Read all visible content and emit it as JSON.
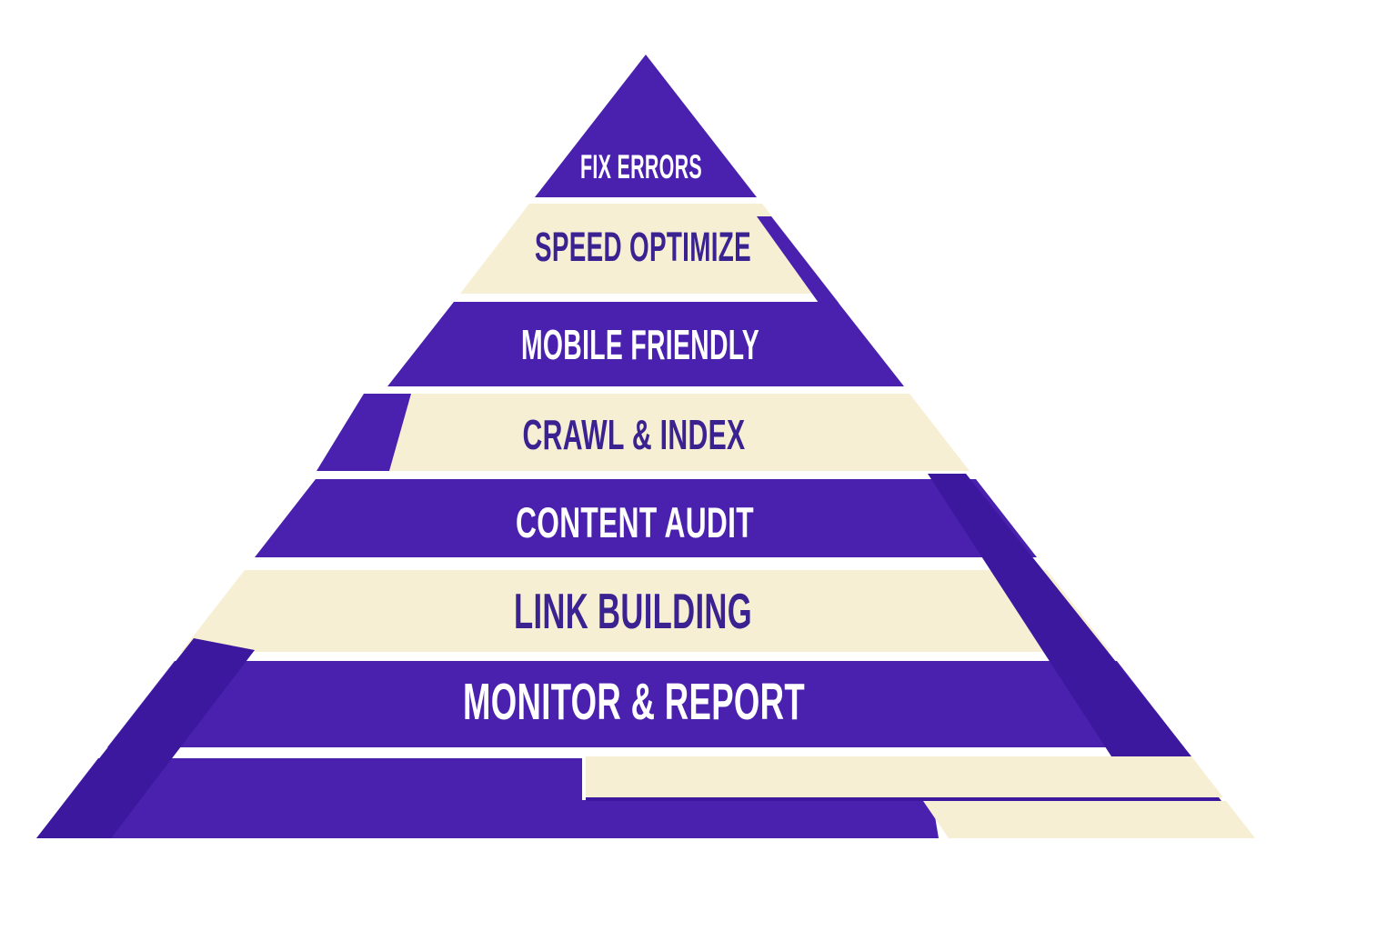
{
  "diagram": {
    "type": "pyramid",
    "subject": "SEO technical process pyramid",
    "levels": [
      {
        "label": "FIX ERRORS",
        "band_color": "purple",
        "text_color": "white"
      },
      {
        "label": "SPEED OPTIMIZE",
        "band_color": "cream",
        "text_color": "purple"
      },
      {
        "label": "MOBILE FRIENDLY",
        "band_color": "purple",
        "text_color": "white"
      },
      {
        "label": "CRAWL & INDEX",
        "band_color": "cream",
        "text_color": "purple"
      },
      {
        "label": "CONTENT AUDIT",
        "band_color": "purple",
        "text_color": "white"
      },
      {
        "label": "LINK BUILDING",
        "band_color": "cream",
        "text_color": "purple"
      },
      {
        "label": "MONITOR & REPORT",
        "band_color": "purple",
        "text_color": "white"
      }
    ],
    "base_band": {
      "label": "",
      "band_color": "mixed purple and cream fragments"
    },
    "colors": {
      "purple": "#4A20AE",
      "edge_dark_purple": "#3B189D",
      "cream": "#F6EFD3",
      "text_on_cream": "#3A2391",
      "text_on_purple": "#FFFFFF",
      "background": "#FFFFFF"
    }
  }
}
